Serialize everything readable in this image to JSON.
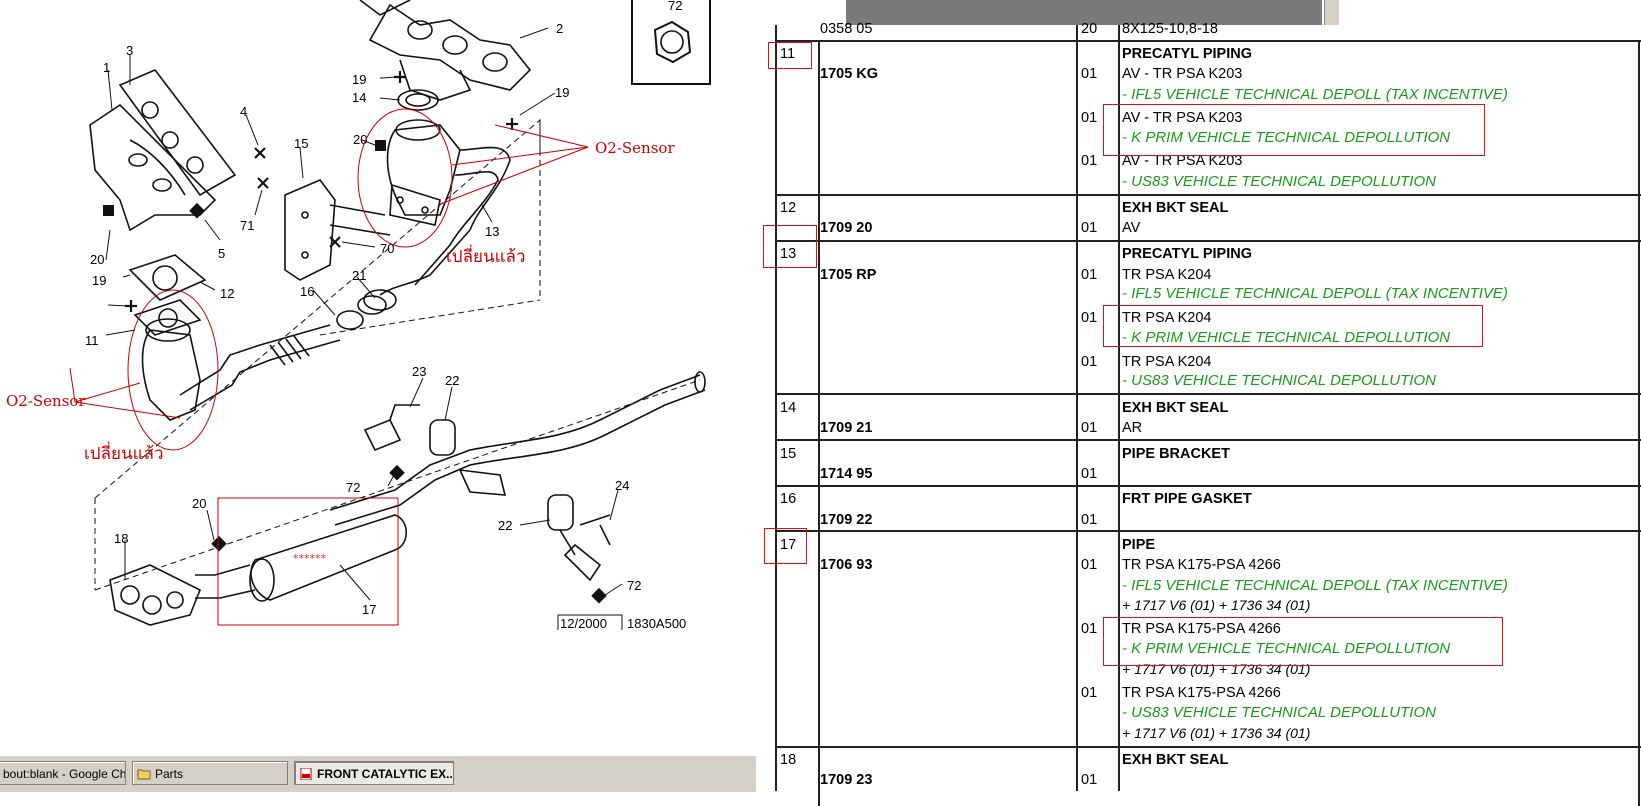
{
  "diagram": {
    "part_numbers": [
      "1",
      "2",
      "3",
      "4",
      "5",
      "11",
      "12",
      "13",
      "14",
      "15",
      "16",
      "17",
      "18",
      "19",
      "19",
      "19",
      "20",
      "20",
      "20",
      "21",
      "22",
      "22",
      "23",
      "24",
      "70",
      "71",
      "72",
      "72",
      "72"
    ],
    "o2_label_1": "O2-Sensor",
    "o2_label_2": "O2-Sensor",
    "changed_label_1": "เปลี่ยนแล้ว",
    "changed_label_2": "เปลี่ยนแล้ว",
    "muffler_mark": "******",
    "stamp_date": "12/2000",
    "stamp_code": "1830A500"
  },
  "taskbar": {
    "items": [
      {
        "label": "bout:blank - Google Chr...",
        "icon": "browser-icon"
      },
      {
        "label": "Parts",
        "icon": "folder-icon"
      },
      {
        "label": "FRONT CATALYTIC EX...",
        "icon": "pdf-icon",
        "active": true
      }
    ]
  },
  "parts_table": {
    "top_row": {
      "ref": "0358 05",
      "qty": "20",
      "desc": "8X125-10,8-18"
    },
    "rows": [
      {
        "no": "11",
        "ref": "1705 KG",
        "lines": [
          {
            "qty": "",
            "text": "PRECATYL PIPING"
          },
          {
            "qty": "01",
            "text": "AV - TR PSA K203"
          },
          {
            "qty": "",
            "green": "- IFL5 VEHICLE TECHNICAL DEPOLL (TAX INCENTIVE)"
          },
          {
            "qty": "01",
            "text": "AV - TR PSA K203"
          },
          {
            "qty": "",
            "green": "- K PRIM VEHICLE TECHNICAL DEPOLLUTION"
          },
          {
            "qty": "01",
            "text": "AV - TR PSA K203"
          },
          {
            "qty": "",
            "green": "- US83 VEHICLE TECHNICAL DEPOLLUTION"
          }
        ]
      },
      {
        "no": "12",
        "ref": "1709 20",
        "qty": "01",
        "title": "EXH BKT SEAL",
        "text": "AV"
      },
      {
        "no": "13",
        "ref": "1705 RP",
        "lines": [
          {
            "text": "PRECATYL PIPING"
          },
          {
            "qty": "01",
            "text": "TR PSA K204"
          },
          {
            "green": "- IFL5 VEHICLE TECHNICAL DEPOLL (TAX INCENTIVE)"
          },
          {
            "qty": "01",
            "text": "TR PSA K204"
          },
          {
            "green": "- K PRIM VEHICLE TECHNICAL DEPOLLUTION"
          },
          {
            "qty": "01",
            "text": "TR PSA K204"
          },
          {
            "green": "- US83 VEHICLE TECHNICAL DEPOLLUTION"
          }
        ]
      },
      {
        "no": "14",
        "ref": "1709 21",
        "qty": "01",
        "title": "EXH BKT SEAL",
        "text": "AR"
      },
      {
        "no": "15",
        "ref": "1714 95",
        "qty": "01",
        "title": "PIPE BRACKET"
      },
      {
        "no": "16",
        "ref": "1709 22",
        "qty": "01",
        "title": "FRT PIPE GASKET"
      },
      {
        "no": "17",
        "ref": "1706 93",
        "lines": [
          {
            "text": "PIPE"
          },
          {
            "qty": "01",
            "text": "TR PSA K175-PSA 4266"
          },
          {
            "green": "- IFL5 VEHICLE TECHNICAL DEPOLL (TAX INCENTIVE)"
          },
          {
            "note": "+ 1717 V6 (01) + 1736 34 (01)"
          },
          {
            "qty": "01",
            "text": "TR PSA K175-PSA 4266"
          },
          {
            "green": "- K PRIM VEHICLE TECHNICAL DEPOLLUTION"
          },
          {
            "note": "+ 1717 V6 (01) + 1736 34 (01)"
          },
          {
            "qty": "01",
            "text": "TR PSA K175-PSA 4266"
          },
          {
            "green": "- US83 VEHICLE TECHNICAL DEPOLLUTION"
          },
          {
            "note": "+ 1717 V6 (01) + 1736 34 (01)"
          }
        ]
      },
      {
        "no": "18",
        "ref": "1709 23",
        "qty": "01",
        "title": "EXH BKT SEAL"
      }
    ]
  },
  "colors": {
    "annotation": "#cc0000",
    "green_text": "#1a9a1a"
  }
}
